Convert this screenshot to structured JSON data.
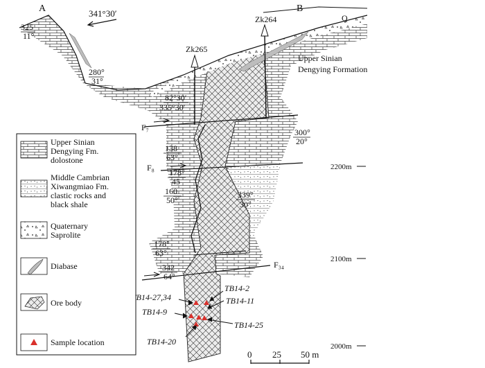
{
  "section": {
    "end_left": "A",
    "end_right": "B",
    "azimuth": "341°30′",
    "drillholes": [
      "Zk265",
      "Zk264"
    ],
    "quaternary_symbol": "Q",
    "formation_label": [
      "Upper Sinian",
      "Dengying Formation"
    ],
    "faults": [
      "F₇",
      "F₈",
      "F₃₄"
    ]
  },
  "attitudes": [
    [
      "325",
      "11°"
    ],
    [
      "280°",
      "31°"
    ],
    [
      "82°30′",
      "335°30′"
    ],
    [
      "300°",
      "20°"
    ],
    [
      "138",
      "63°"
    ],
    [
      "178°",
      "45"
    ],
    [
      "160",
      "50°"
    ],
    [
      "339°",
      "30°"
    ],
    [
      "178°",
      "63°"
    ],
    [
      "342",
      "64°"
    ]
  ],
  "samples": [
    "TB14-27,34",
    "TB14-2",
    "TB14-11",
    "TB14-9",
    "TB14-25",
    "TB14-20"
  ],
  "elevations": [
    "2200m",
    "2100m",
    "2000m"
  ],
  "scale": {
    "ticks": [
      "0",
      "25",
      "50 m"
    ]
  },
  "legend": [
    {
      "symbol": "dolostone",
      "lines": [
        "Upper Sinian",
        "Dengying Fm.",
        "dolostone"
      ]
    },
    {
      "symbol": "clastic",
      "lines": [
        "Middle Cambrian",
        "Xiwangmiao Fm.",
        "clastic rocks and",
        "black shale"
      ]
    },
    {
      "symbol": "saprolite",
      "lines": [
        "Quaternary",
        "Saprolite"
      ]
    },
    {
      "symbol": "diabase",
      "lines": [
        "Diabase"
      ]
    },
    {
      "symbol": "ore",
      "lines": [
        "Ore body"
      ]
    },
    {
      "symbol": "sample",
      "lines": [
        "Sample location"
      ]
    }
  ],
  "colors": {
    "sample": "#d9302b",
    "diabase": "#bdbdbd"
  }
}
